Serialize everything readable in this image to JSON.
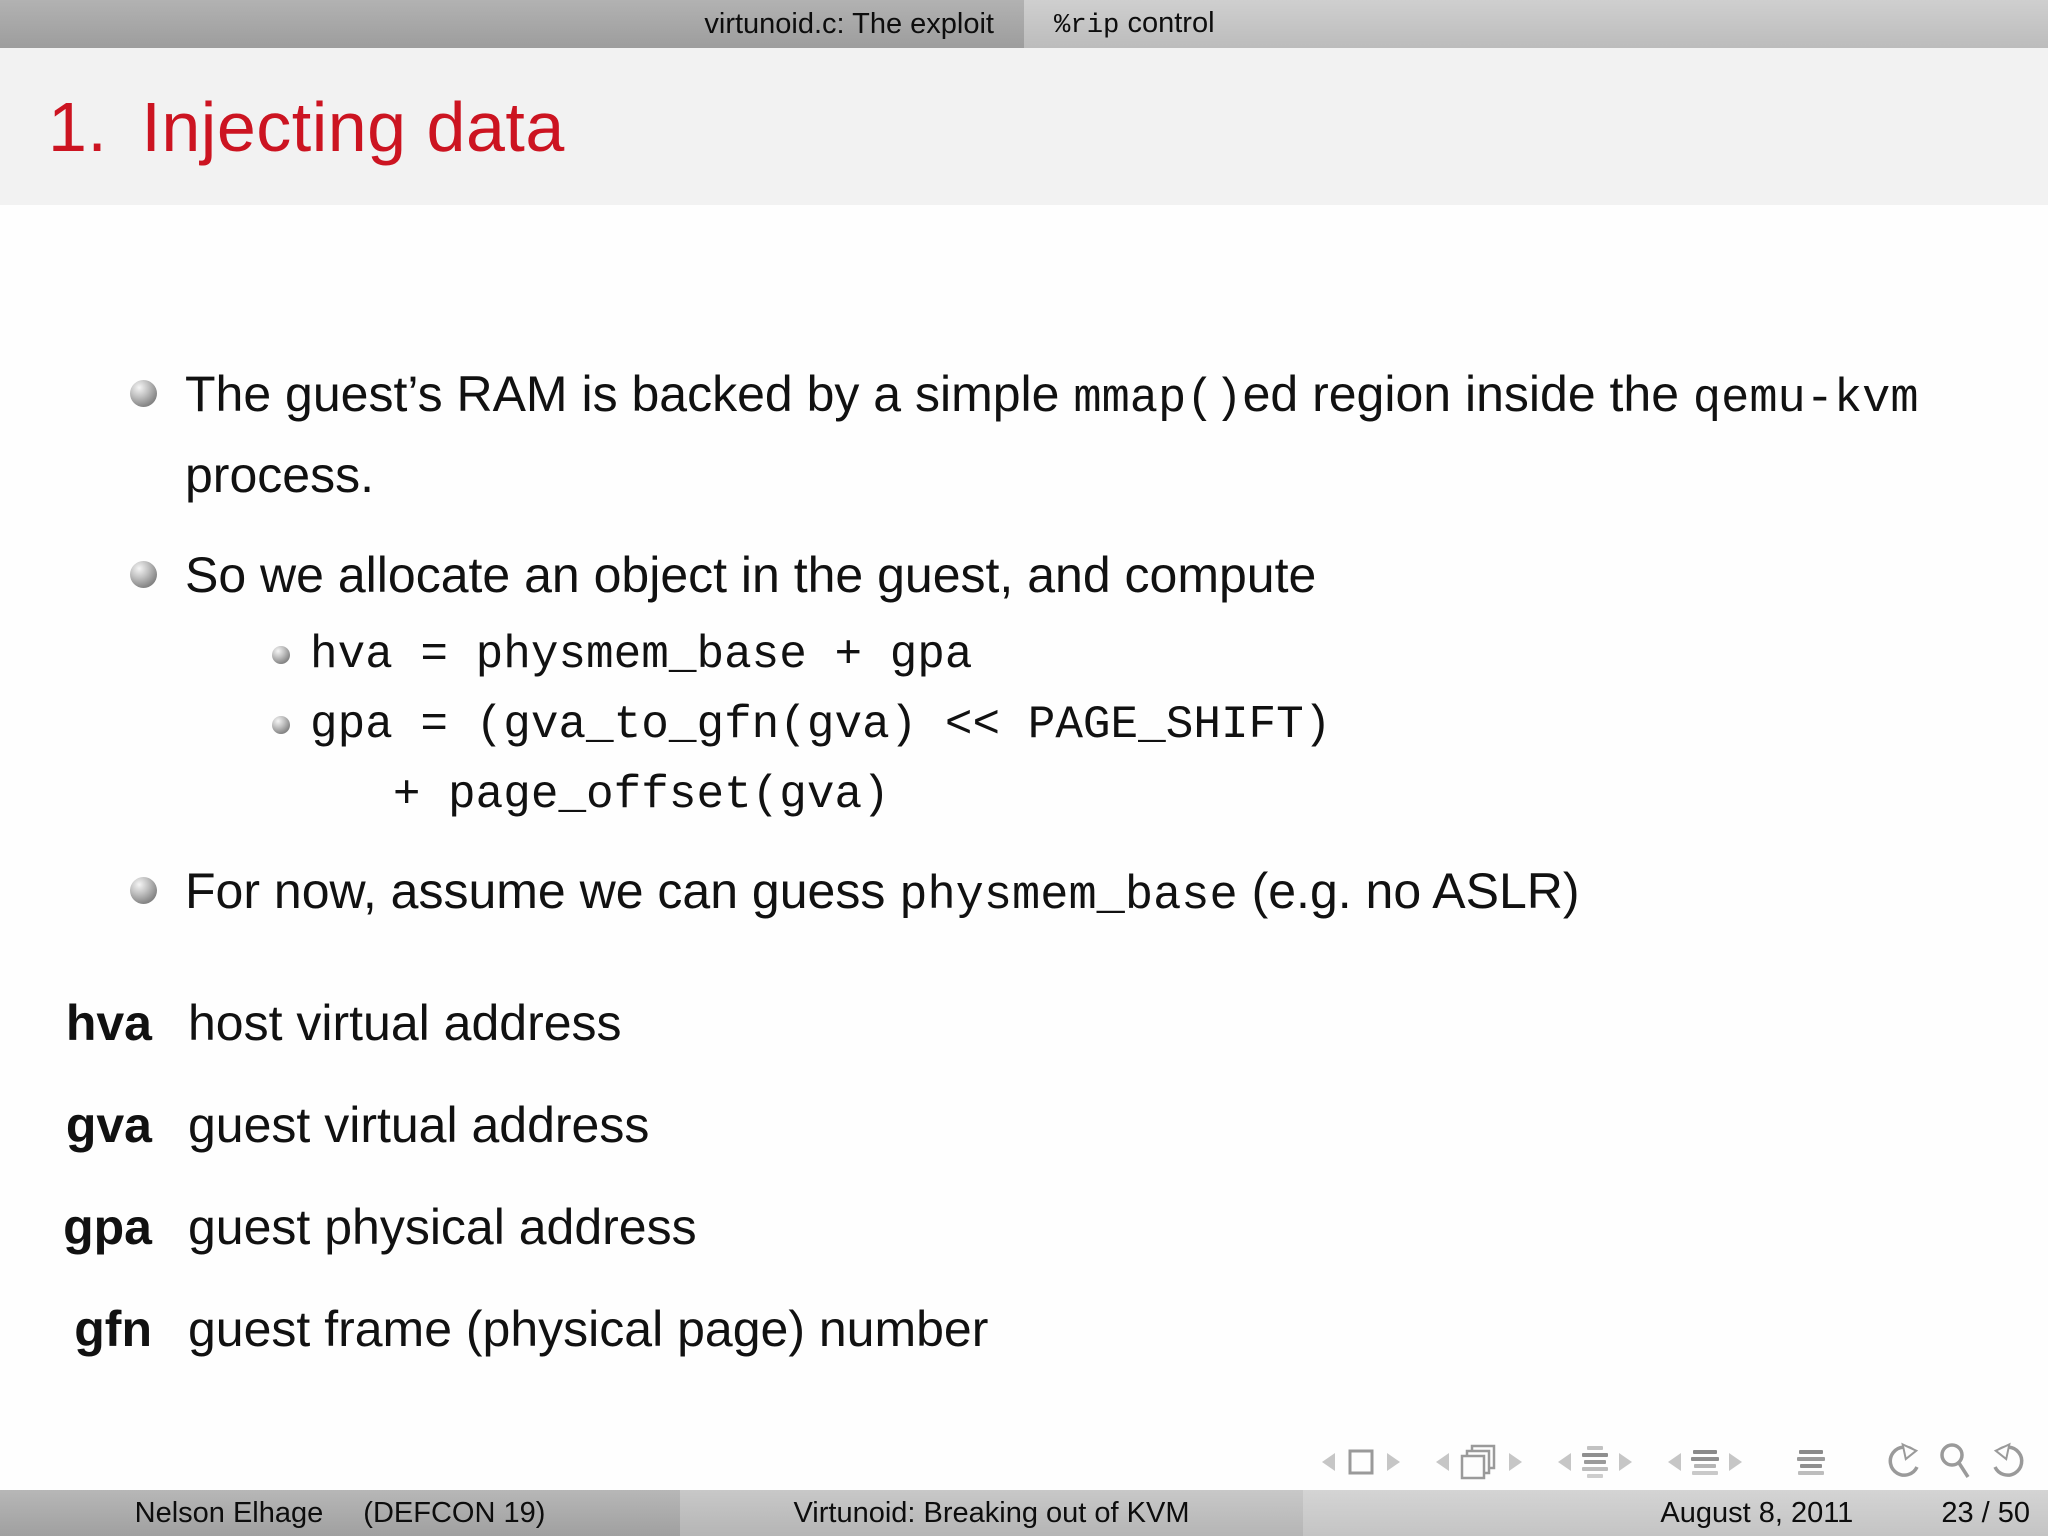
{
  "colors": {
    "accent_red": "#cc1421",
    "head_left_bg": "#a7a7a7",
    "head_right_bg": "#c6c6c6",
    "titleband_bg": "#f2f2f2",
    "body_bg": "#fefefe",
    "foot_author_bg": "#ababab",
    "foot_title_bg": "#bfbfbf",
    "foot_date_bg": "#cccccc"
  },
  "header": {
    "section_title": "virtunoid.c: The exploit",
    "subsection_title_segments": [
      {
        "t": "%rip",
        "m": 1
      },
      {
        "t": " control"
      }
    ]
  },
  "frame_title": {
    "number": "1.",
    "text": "Injecting data"
  },
  "bullets": {
    "b1": [
      {
        "t": "The guest’s RAM is backed by a simple "
      },
      {
        "t": "mmap()",
        "m": 1
      },
      {
        "t": "ed region inside the "
      },
      {
        "t": "qemu-kvm",
        "m": 1
      },
      {
        "t": " process."
      }
    ],
    "b2": [
      {
        "t": "So we allocate an object in the guest, and compute"
      }
    ],
    "b2_sub1_lines": [
      "hva = physmem_base + gpa"
    ],
    "b2_sub2_lines": [
      "gpa = (gva_to_gfn(gva) << PAGE_SHIFT)",
      "   + page_offset(gva)"
    ],
    "b3": [
      {
        "t": "For now, assume we can guess "
      },
      {
        "t": "physmem_base",
        "m": 1
      },
      {
        "t": " (e.g. no ASLR)"
      }
    ]
  },
  "definitions": [
    {
      "term": "hva",
      "def": "host virtual address"
    },
    {
      "term": "gva",
      "def": "guest virtual address"
    },
    {
      "term": "gpa",
      "def": "guest physical address"
    },
    {
      "term": "gfn",
      "def": "guest frame (physical page) number"
    }
  ],
  "navigation": {
    "symbols": [
      "prev-slide-arrow-icon",
      "slide-icon",
      "next-slide-arrow-icon",
      "prev-frame-arrow-icon",
      "frames-icon",
      "next-frame-arrow-icon",
      "prev-subsection-arrow-icon",
      "subsection-icon",
      "next-subsection-arrow-icon",
      "prev-section-arrow-icon",
      "section-icon",
      "next-section-arrow-icon",
      "appendix-icon",
      "undo-icon",
      "search-icon",
      "redo-icon"
    ]
  },
  "footer": {
    "author_name": "Nelson Elhage",
    "author_affiliation": "(DEFCON 19)",
    "talk_title": "Virtunoid: Breaking out of KVM",
    "date": "August 8, 2011",
    "page": "23 / 50"
  }
}
